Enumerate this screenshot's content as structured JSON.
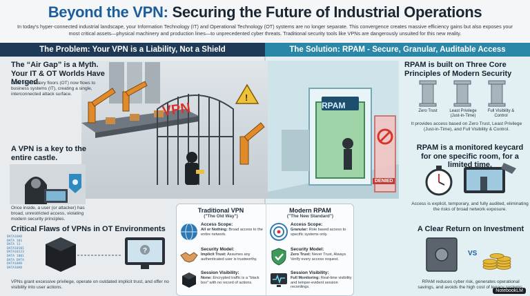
{
  "header": {
    "title_part1": "Beyond the VPN:",
    "title_part2": "Securing the Future of Industrial Operations",
    "intro": "In today's hyper-connected industrial landscape, your Information Technology (IT) and Operational Technology (OT) systems are no longer separate. This convergence creates massive efficiency gains but also exposes your most critical assets—physical machinery and production lines—to unprecedented cyber threats. Traditional security tools like VPNs are dangerously unsuited for this new reality."
  },
  "left": {
    "band": "The Problem: Your VPN is a Liability, Not a Shield",
    "airgap_heading": "The “Air Gap” is a Myth. Your IT & OT Worlds Have Merged.",
    "airgap_text": "Data from factory floors (OT) now flows to business systems (IT), creating a single, interconnected attack surface.",
    "key_heading": "A VPN is a key to the entire castle.",
    "key_text": "Once inside, a user (or attacker) has broad, unrestricted access, violating modern security principles.",
    "flaws_heading": "Critical Flaws of VPNs in OT Environments",
    "flaws_text": "VPNs grant excessive privilege, operate on outdated implicit trust, and offer no visibility into user actions.",
    "vpn_sign": "VPN",
    "data_stream": [
      "DATA10AD",
      "DATA 101",
      "DATA 11",
      "DATA10101",
      "DATA10123",
      "DATA 1001",
      "DATA DATA",
      "DATA10AD",
      "DATA10AD"
    ]
  },
  "right": {
    "band": "The Solution: RPAM - Secure, Granular, Auditable Access",
    "principles_heading": "RPAM is built on Three Core Principles of Modern Security",
    "pillars": [
      "Zero Trust",
      "Least Privilege (Just-in-Time)",
      "Full Visibility & Control"
    ],
    "principles_text": "It provides access based on Zero Trust, Least Privilege (Just-in-Time), and Full Visibility & Control.",
    "keycard_heading": "RPAM is a monitored keycard for one specific room, for a limited time.",
    "keycard_text": "Access is explicit, temporary, and fully audited, eliminating the risks of broad network exposure.",
    "return_heading": "A Clear Return on Investment",
    "return_text": "RPAM reduces cyber risk, generates operational savings, and avoids the high cost of legacy systems.",
    "rpam_sign": "RPAM",
    "denied": "DENIED",
    "vs": "VS"
  },
  "compare": {
    "old": {
      "title": "Traditional VPN",
      "subtitle": "(\"The Old Way\")",
      "rows": [
        {
          "label": "Access Scope:",
          "strong": "All or Nothing:",
          "text": "Broad access to the entire network."
        },
        {
          "label": "Security Model:",
          "strong": "Implicit Trust:",
          "text": "Assumes any authenticated user is trustworthy."
        },
        {
          "label": "Session Visibility:",
          "strong": "None:",
          "text": "Encrypted traffic is a \"black box\" with no record of actions."
        }
      ]
    },
    "new": {
      "title": "Modern RPAM",
      "subtitle": "(\"The New Standard\")",
      "rows": [
        {
          "label": "Access Scope:",
          "strong": "Granular:",
          "text": "Role based access to specific systems only."
        },
        {
          "label": "Security Model:",
          "strong": "Zero Trust:",
          "text": "Never Trust, Always Verify every access request."
        },
        {
          "label": "Session Visibility:",
          "strong": "Full Monitoring:",
          "text": "Real-time visibility and temper-evident session recordings."
        }
      ]
    }
  },
  "footer": {
    "brand": "NotebookLM"
  },
  "colors": {
    "title_blue": "#1c5d9c",
    "band_dark": "#1e3a57",
    "band_teal": "#2a87a8",
    "danger": "#d8332a"
  }
}
